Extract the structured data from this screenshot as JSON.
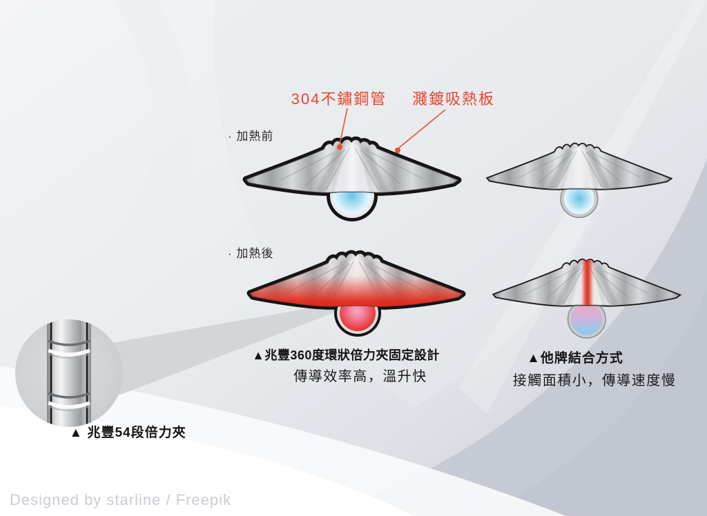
{
  "annotations": {
    "tube_label": "304不鏽鋼管",
    "plate_label": "濺鍍吸熱板",
    "before_label": "· 加熱前",
    "after_label": "· 加熱後"
  },
  "captions": {
    "mf_title": "▲兆豐360度環狀倍力夾固定設計",
    "mf_sub": "傳導效率高，溫升快",
    "other_title": "▲他牌結合方式",
    "other_sub": "接觸面積小，傳導速度慢",
    "mag_label": "▲ 兆豐54段倍力夾"
  },
  "footer": {
    "credit": "Designed by starline / Freepik"
  },
  "colors": {
    "accent_red": "#E8462B",
    "heat_red": "#E3301E",
    "cool_blue": "#6AC3E8",
    "metal_gray": "#B7BABD",
    "credit_gray": "#C9CCD1"
  }
}
